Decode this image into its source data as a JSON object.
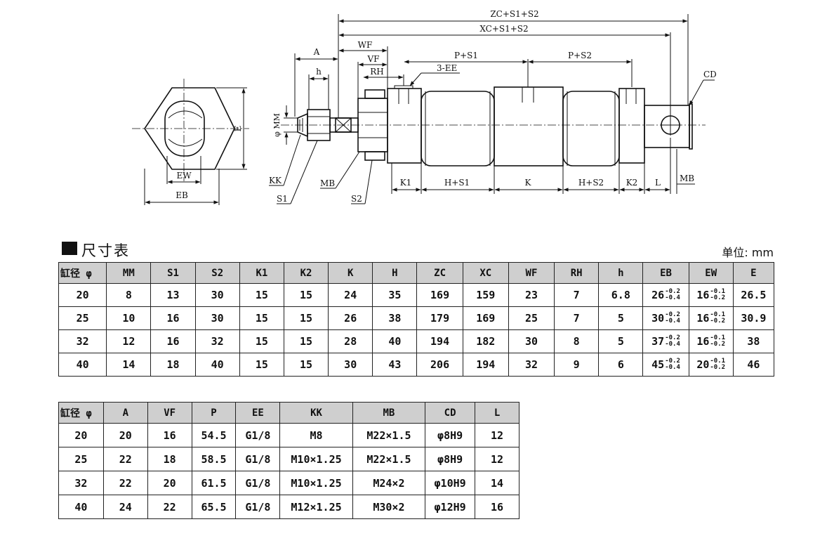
{
  "drawing": {
    "labels": {
      "zc": "ZC+S1+S2",
      "xc": "XC+S1+S2",
      "a": "A",
      "wf": "WF",
      "vf": "VF",
      "rh": "RH",
      "h": "h",
      "p1": "P+S1",
      "p2": "P+S2",
      "ee": "3-EE",
      "cd": "CD",
      "mm": "φ MM",
      "e": "E",
      "ew": "EW",
      "eb": "EB",
      "kk": "KK",
      "s1": "S1",
      "mb_left": "MB",
      "s2": "S2",
      "k1": "K1",
      "hs1": "H+S1",
      "k": "K",
      "hs2": "H+S2",
      "k2": "K2",
      "l": "L",
      "mb_right": "MB"
    }
  },
  "section": {
    "title": "尺寸表",
    "unit": "单位: mm"
  },
  "table1": {
    "headers": [
      "缸径 φ",
      "MM",
      "S1",
      "S2",
      "K1",
      "K2",
      "K",
      "H",
      "ZC",
      "XC",
      "WF",
      "RH",
      "h",
      "EB",
      "EW",
      "E"
    ],
    "rows": [
      [
        "20",
        "8",
        "13",
        "30",
        "15",
        "15",
        "24",
        "35",
        "169",
        "159",
        "23",
        "7",
        "6.8",
        "26",
        "16",
        "26.5"
      ],
      [
        "25",
        "10",
        "16",
        "30",
        "15",
        "15",
        "26",
        "38",
        "179",
        "169",
        "25",
        "7",
        "5",
        "30",
        "16",
        "30.9"
      ],
      [
        "32",
        "12",
        "16",
        "32",
        "15",
        "15",
        "28",
        "40",
        "194",
        "182",
        "30",
        "8",
        "5",
        "37",
        "16",
        "38"
      ],
      [
        "40",
        "14",
        "18",
        "40",
        "15",
        "15",
        "30",
        "43",
        "206",
        "194",
        "32",
        "9",
        "6",
        "45",
        "20",
        "46"
      ]
    ],
    "eb_tol": {
      "upper": "-0.2",
      "lower": "-0.4"
    },
    "ew_tol": {
      "upper": "-0.1",
      "lower": "-0.2"
    }
  },
  "table2": {
    "headers": [
      "缸径 φ",
      "A",
      "VF",
      "P",
      "EE",
      "KK",
      "MB",
      "CD",
      "L"
    ],
    "rows": [
      [
        "20",
        "20",
        "16",
        "54.5",
        "G1/8",
        "M8",
        "M22×1.5",
        "φ8H9",
        "12"
      ],
      [
        "25",
        "22",
        "18",
        "58.5",
        "G1/8",
        "M10×1.25",
        "M22×1.5",
        "φ8H9",
        "12"
      ],
      [
        "32",
        "22",
        "20",
        "61.5",
        "G1/8",
        "M10×1.25",
        "M24×2",
        "φ10H9",
        "14"
      ],
      [
        "40",
        "24",
        "22",
        "65.5",
        "G1/8",
        "M12×1.25",
        "M30×2",
        "φ12H9",
        "16"
      ]
    ]
  }
}
